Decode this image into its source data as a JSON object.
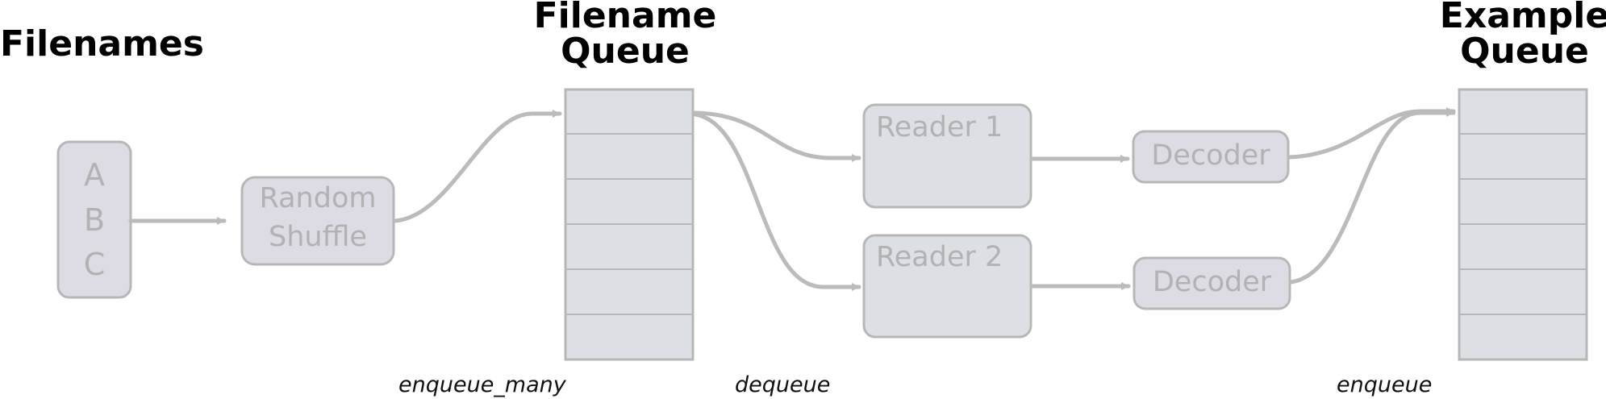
{
  "headings": {
    "filenames": "Filenames",
    "filename_queue_line1": "Filename",
    "filename_queue_line2": "Queue",
    "example_queue_line1": "Example",
    "example_queue_line2": "Queue"
  },
  "filenames_box": {
    "items": [
      "A",
      "B",
      "C"
    ]
  },
  "shuffle_box": {
    "line1": "Random",
    "line2": "Shuffle"
  },
  "readers": [
    "Reader 1",
    "Reader 2"
  ],
  "decoders": [
    "Decoder",
    "Decoder"
  ],
  "ops": {
    "enqueue_many": "enqueue_many",
    "dequeue": "dequeue",
    "enqueue": "enqueue"
  },
  "colors": {
    "box_fill_lavender": "#dddbe3",
    "box_fill_gray": "#dcdfe3",
    "box_stroke": "#b7b7b7",
    "arrow": "#bbbbbb",
    "box_text": "#b2b2b2",
    "heading": "#000000"
  }
}
